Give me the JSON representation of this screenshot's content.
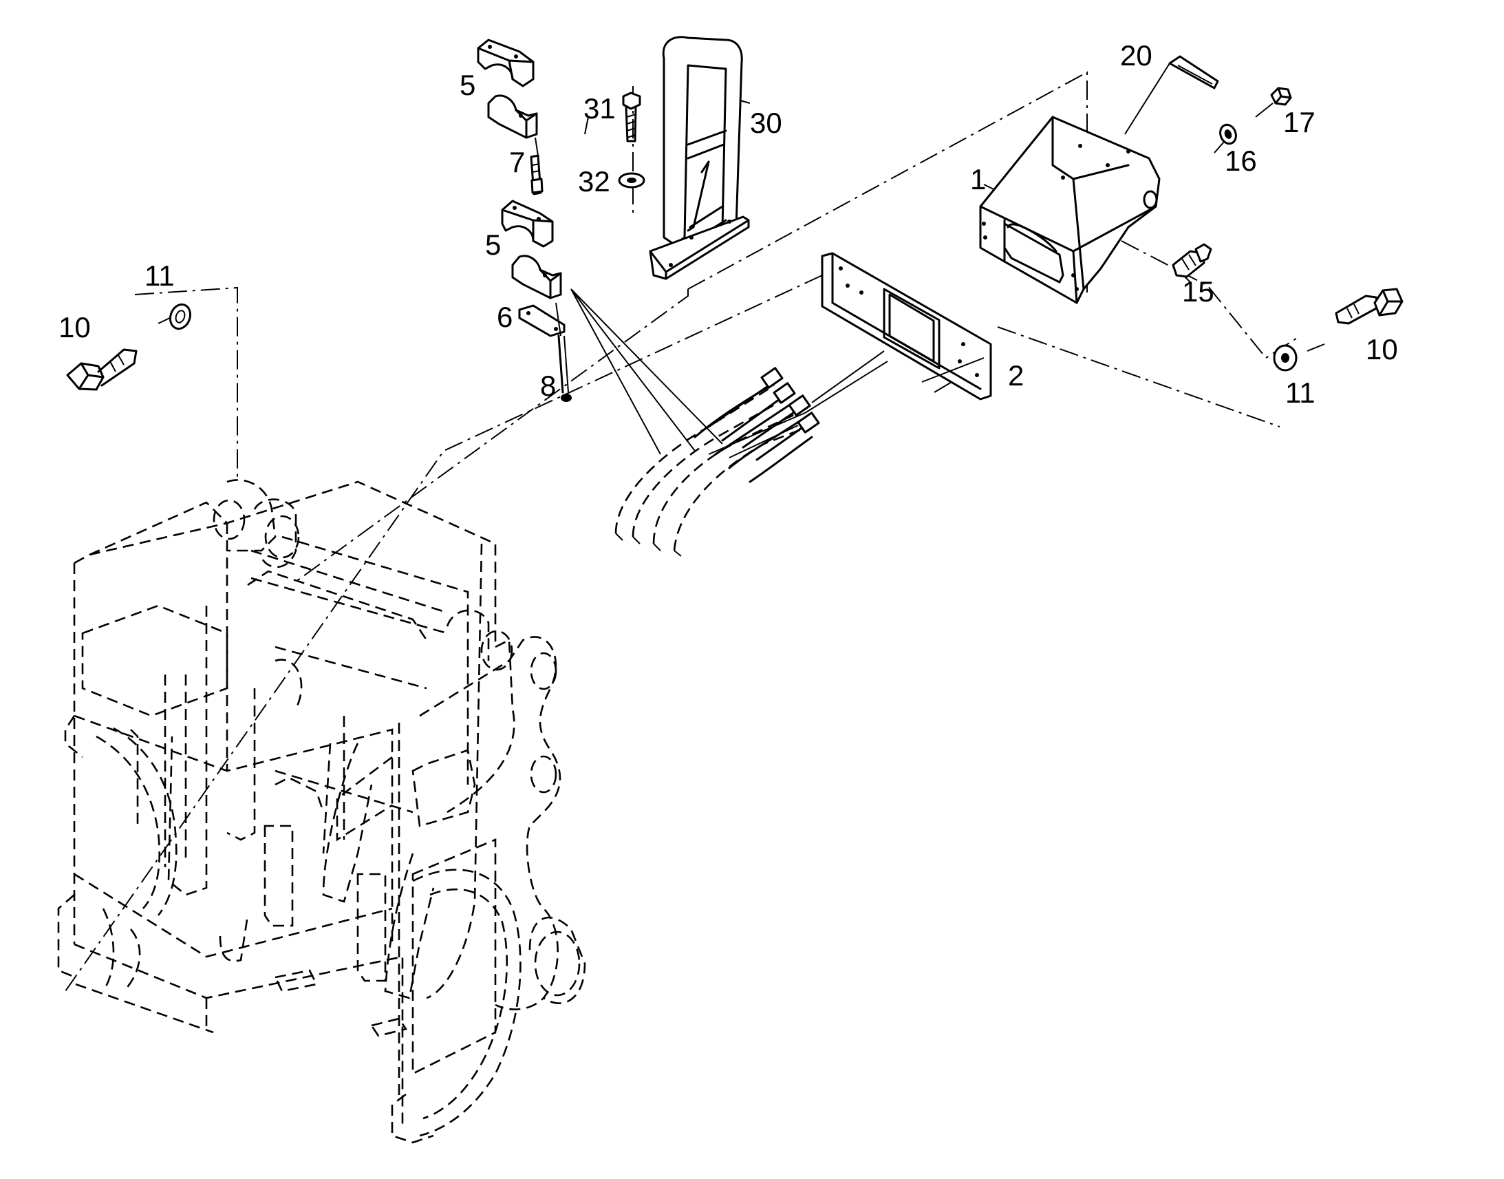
{
  "callouts": {
    "c1": "1",
    "c2": "2",
    "c5a": "5",
    "c5b": "5",
    "c6": "6",
    "c7": "7",
    "c8": "8",
    "c10a": "10",
    "c10b": "10",
    "c11a": "11",
    "c11b": "11",
    "c15": "15",
    "c16": "16",
    "c17": "17",
    "c20": "20",
    "c30": "30",
    "c31": "31",
    "c32": "32"
  }
}
